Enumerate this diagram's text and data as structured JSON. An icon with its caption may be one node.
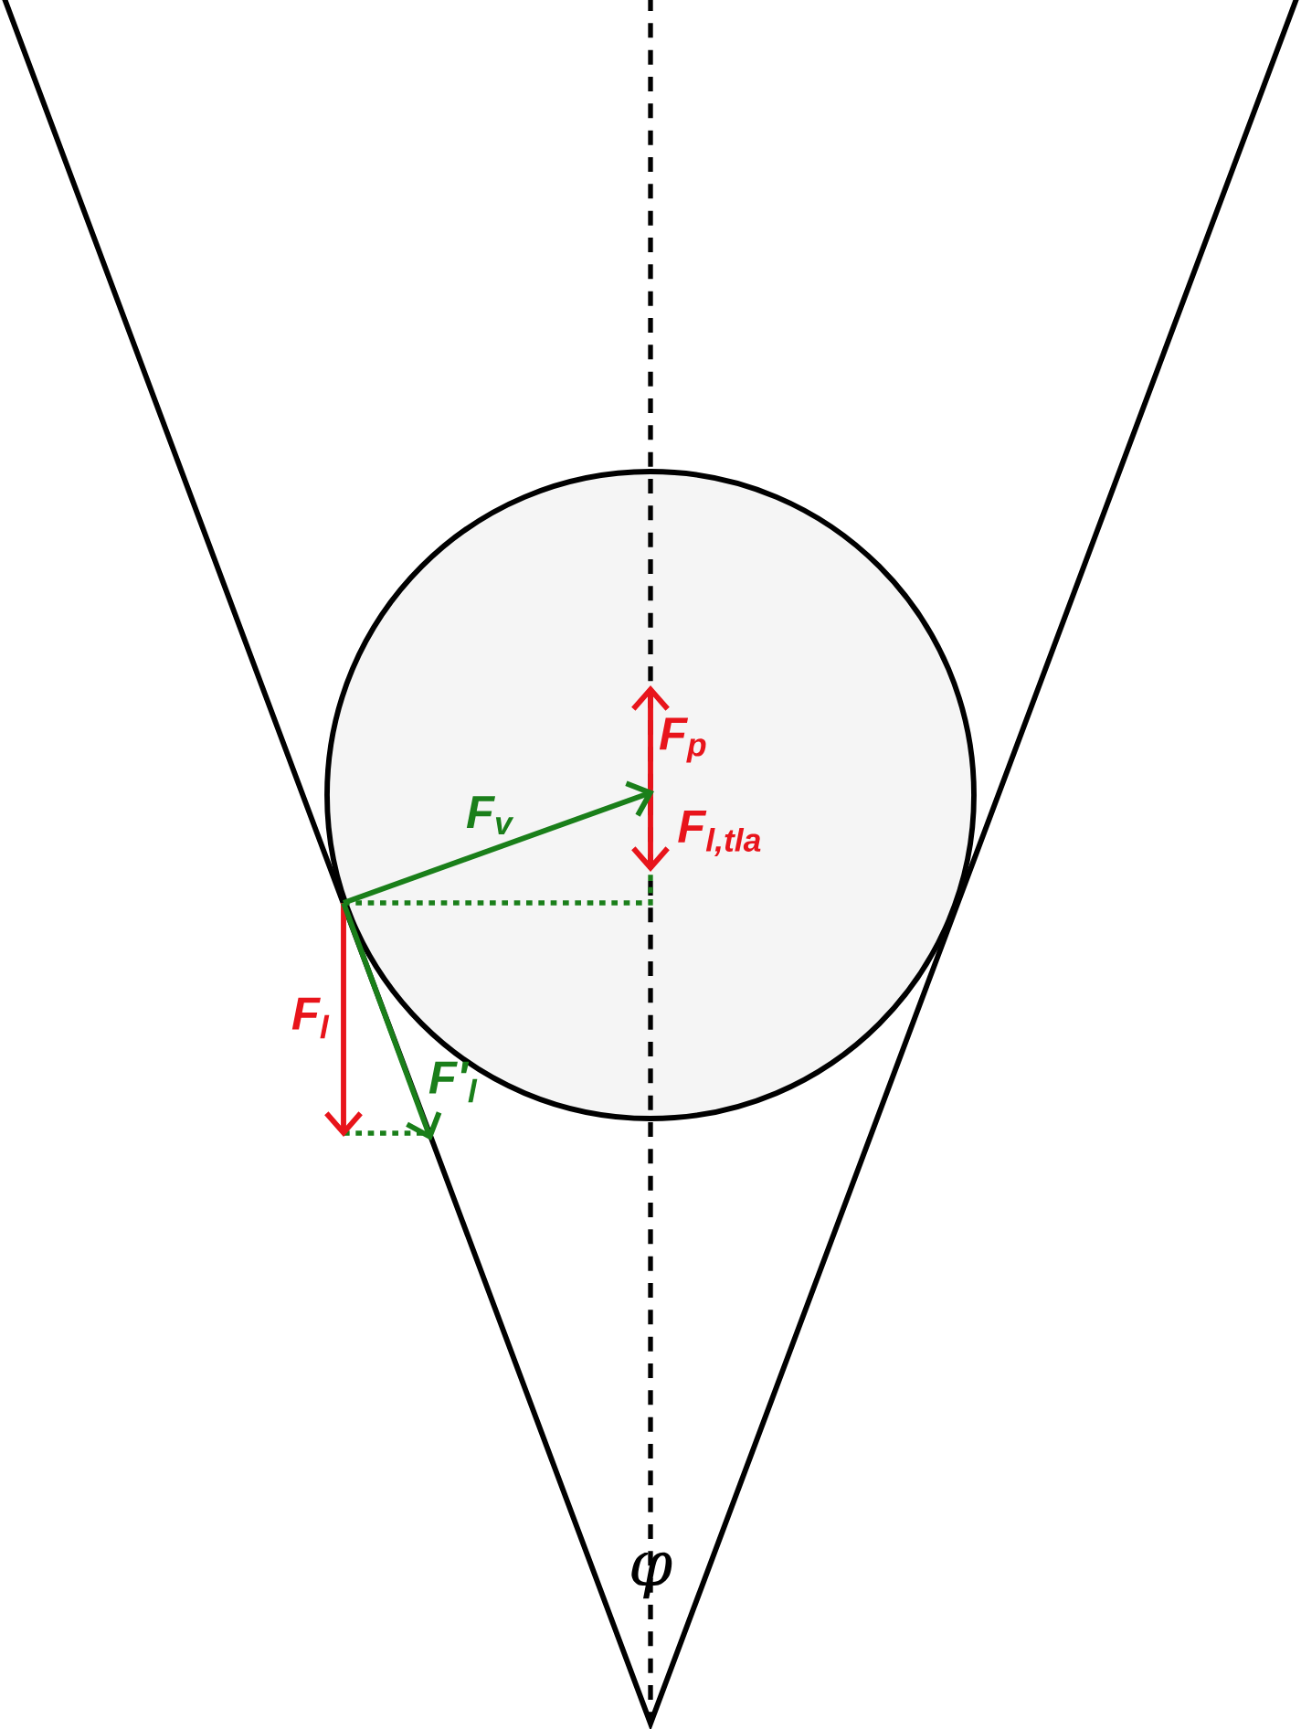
{
  "diagram": {
    "labels": [
      "F$_{p}$",
      "F$_{v}$",
      "F$_{l,tla}$",
      "F$_{l}$",
      "F'$_{l}$",
      "φ"
    ]
  }
}
